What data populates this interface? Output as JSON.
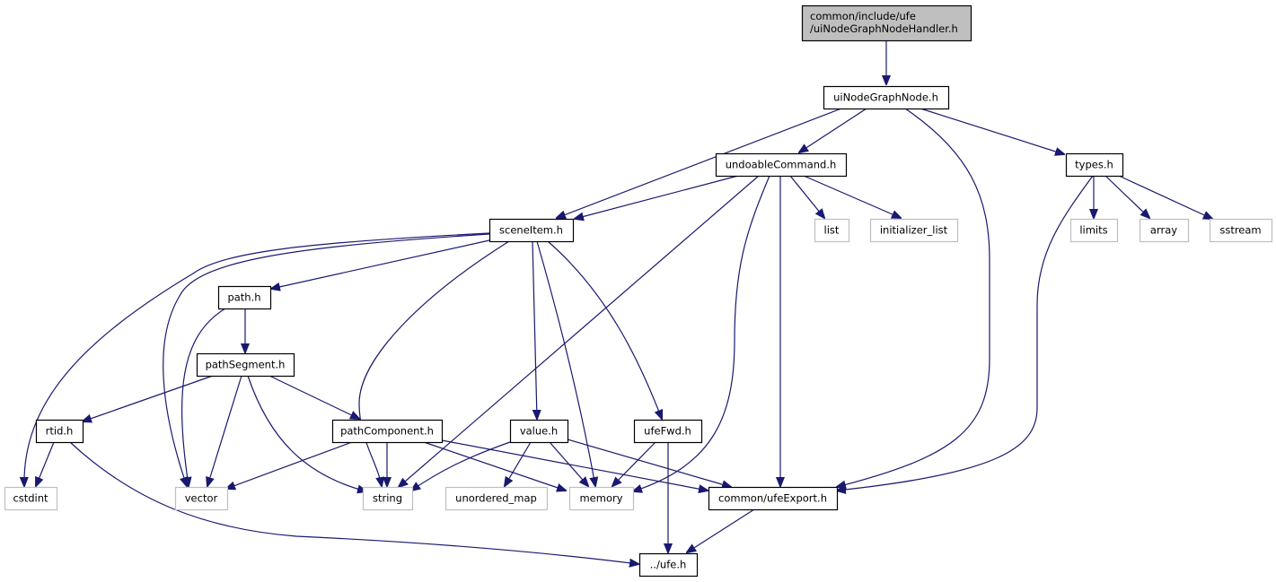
{
  "diagram": {
    "type": "include-dependency-graph",
    "colors": {
      "edge": "#191970",
      "root_fill": "#bfbfbf",
      "local_border": "#000000",
      "system_border": "#bfbfbf"
    },
    "nodes": [
      {
        "id": "root",
        "label_lines": [
          "common/include/ufe",
          "/uiNodeGraphNodeHandler.h"
        ],
        "kind": "root"
      },
      {
        "id": "uiNodeGraphNode",
        "label_lines": [
          "uiNodeGraphNode.h"
        ],
        "kind": "local"
      },
      {
        "id": "undoableCommand",
        "label_lines": [
          "undoableCommand.h"
        ],
        "kind": "local"
      },
      {
        "id": "types",
        "label_lines": [
          "types.h"
        ],
        "kind": "local"
      },
      {
        "id": "sceneItem",
        "label_lines": [
          "sceneItem.h"
        ],
        "kind": "local"
      },
      {
        "id": "list",
        "label_lines": [
          "list"
        ],
        "kind": "system"
      },
      {
        "id": "initializer_list",
        "label_lines": [
          "initializer_list"
        ],
        "kind": "system"
      },
      {
        "id": "limits",
        "label_lines": [
          "limits"
        ],
        "kind": "system"
      },
      {
        "id": "array",
        "label_lines": [
          "array"
        ],
        "kind": "system"
      },
      {
        "id": "sstream",
        "label_lines": [
          "sstream"
        ],
        "kind": "system"
      },
      {
        "id": "path",
        "label_lines": [
          "path.h"
        ],
        "kind": "local"
      },
      {
        "id": "pathSegment",
        "label_lines": [
          "pathSegment.h"
        ],
        "kind": "local"
      },
      {
        "id": "rtid",
        "label_lines": [
          "rtid.h"
        ],
        "kind": "local"
      },
      {
        "id": "pathComponent",
        "label_lines": [
          "pathComponent.h"
        ],
        "kind": "local"
      },
      {
        "id": "value",
        "label_lines": [
          "value.h"
        ],
        "kind": "local"
      },
      {
        "id": "ufeFwd",
        "label_lines": [
          "ufeFwd.h"
        ],
        "kind": "local"
      },
      {
        "id": "cstdint",
        "label_lines": [
          "cstdint"
        ],
        "kind": "system"
      },
      {
        "id": "vector",
        "label_lines": [
          "vector"
        ],
        "kind": "system"
      },
      {
        "id": "string",
        "label_lines": [
          "string"
        ],
        "kind": "system"
      },
      {
        "id": "unordered_map",
        "label_lines": [
          "unordered_map"
        ],
        "kind": "system"
      },
      {
        "id": "memory",
        "label_lines": [
          "memory"
        ],
        "kind": "system"
      },
      {
        "id": "ufeExport",
        "label_lines": [
          "common/ufeExport.h"
        ],
        "kind": "local"
      },
      {
        "id": "ufe",
        "label_lines": [
          "../ufe.h"
        ],
        "kind": "local"
      }
    ],
    "edges": [
      [
        "root",
        "uiNodeGraphNode"
      ],
      [
        "uiNodeGraphNode",
        "sceneItem"
      ],
      [
        "uiNodeGraphNode",
        "undoableCommand"
      ],
      [
        "uiNodeGraphNode",
        "ufeExport"
      ],
      [
        "uiNodeGraphNode",
        "types"
      ],
      [
        "undoableCommand",
        "sceneItem"
      ],
      [
        "undoableCommand",
        "string"
      ],
      [
        "undoableCommand",
        "memory"
      ],
      [
        "undoableCommand",
        "ufeExport"
      ],
      [
        "undoableCommand",
        "list"
      ],
      [
        "undoableCommand",
        "initializer_list"
      ],
      [
        "types",
        "ufeExport"
      ],
      [
        "types",
        "limits"
      ],
      [
        "types",
        "array"
      ],
      [
        "types",
        "sstream"
      ],
      [
        "sceneItem",
        "cstdint"
      ],
      [
        "sceneItem",
        "vector"
      ],
      [
        "sceneItem",
        "path"
      ],
      [
        "sceneItem",
        "string"
      ],
      [
        "sceneItem",
        "value"
      ],
      [
        "sceneItem",
        "memory"
      ],
      [
        "sceneItem",
        "ufeFwd"
      ],
      [
        "path",
        "vector"
      ],
      [
        "path",
        "pathSegment"
      ],
      [
        "pathSegment",
        "rtid"
      ],
      [
        "pathSegment",
        "vector"
      ],
      [
        "pathSegment",
        "string"
      ],
      [
        "pathSegment",
        "pathComponent"
      ],
      [
        "rtid",
        "cstdint"
      ],
      [
        "rtid",
        "ufe"
      ],
      [
        "pathComponent",
        "vector"
      ],
      [
        "pathComponent",
        "string"
      ],
      [
        "pathComponent",
        "memory"
      ],
      [
        "pathComponent",
        "ufeExport"
      ],
      [
        "value",
        "string"
      ],
      [
        "value",
        "unordered_map"
      ],
      [
        "value",
        "memory"
      ],
      [
        "value",
        "ufeExport"
      ],
      [
        "ufeFwd",
        "memory"
      ],
      [
        "ufeFwd",
        "ufe"
      ],
      [
        "ufeExport",
        "ufe"
      ]
    ]
  }
}
